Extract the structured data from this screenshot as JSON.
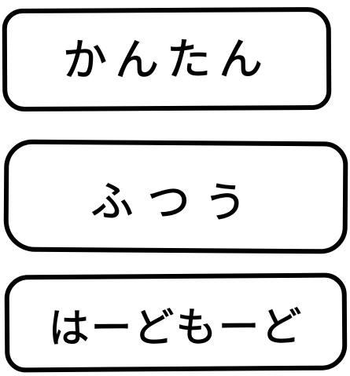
{
  "menu": {
    "buttons": [
      {
        "id": "easy",
        "label": "かんたん"
      },
      {
        "id": "normal",
        "label": "ふつう"
      },
      {
        "id": "hard",
        "label": "はーどもーど"
      }
    ]
  }
}
